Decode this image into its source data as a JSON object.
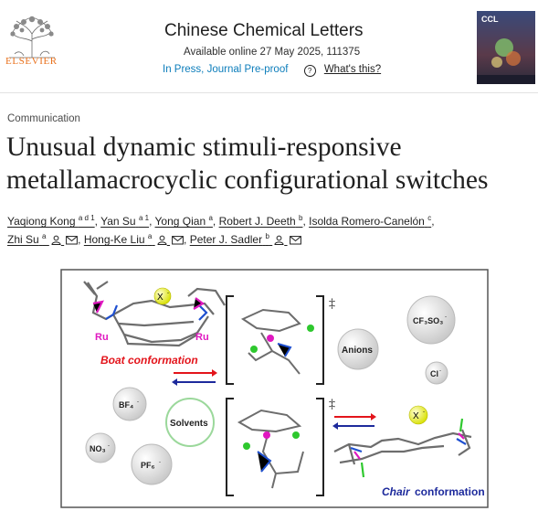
{
  "header": {
    "publisher_logo_text": "ELSEVIER",
    "journal_title": "Chinese Chemical Letters",
    "available_online": "Available online 27 May 2025, 111375",
    "status": "In Press, Journal Pre-proof",
    "whats_this": "What's this?"
  },
  "cover": {
    "label": "CCL"
  },
  "article": {
    "type": "Communication",
    "title_line1": "Unusual dynamic stimuli-responsive",
    "title_line2": "metallamacrocyclic configurational switches"
  },
  "authors": [
    {
      "name": "Yaqiong Kong",
      "affil": "a d 1"
    },
    {
      "name": "Yan Su",
      "affil": "a 1"
    },
    {
      "name": "Yong Qian",
      "affil": "a"
    },
    {
      "name": "Robert J. Deeth",
      "affil": "b"
    },
    {
      "name": "Isolda Romero-Canelón",
      "affil": "c"
    },
    {
      "name": "Zhi Su",
      "affil": "a"
    },
    {
      "name": "Hong-Ke Liu",
      "affil": "a"
    },
    {
      "name": "Peter J. Sadler",
      "affil": "b"
    }
  ],
  "graphic": {
    "x_anion": "X",
    "ru_left": "Ru",
    "ru_right": "Ru",
    "boat": "Boat conformation",
    "chair": "Chair",
    "conformation": "conformation",
    "dagger": "‡",
    "anions": "Anions",
    "solvents": "Solvents",
    "cf3so3": "CF₃SO₃",
    "cl": "Cl",
    "bf4": "BF₄",
    "no3": "NO₃",
    "pf6": "PF₆",
    "minus": "-"
  },
  "colors": {
    "link": "#0c7dbb",
    "elsevier_orange": "#e9711c",
    "boat_red": "#e3141b",
    "chair_blue": "#1d2a9c"
  }
}
